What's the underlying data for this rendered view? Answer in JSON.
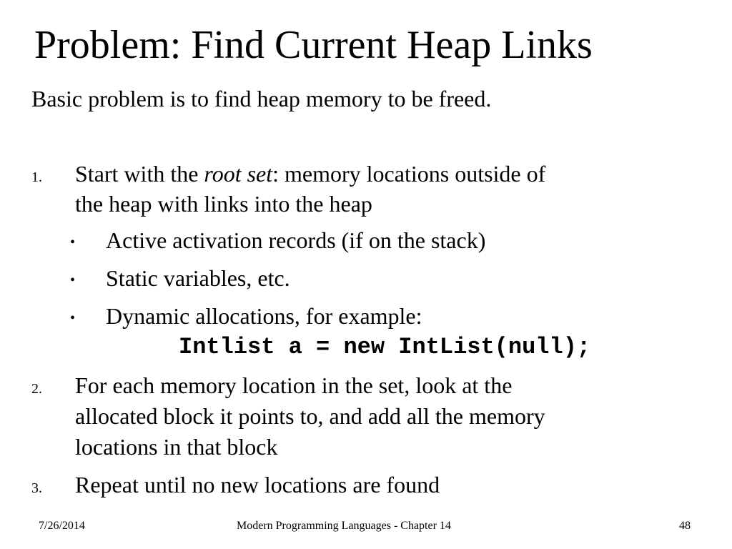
{
  "slide": {
    "title": "Problem: Find Current Heap Links",
    "intro": "Basic problem is to find heap memory to be freed."
  },
  "steps": [
    {
      "marker": "1.",
      "line1_before": "Start with the ",
      "line1_em": "root set",
      "line1_after": ": memory locations outside of",
      "line2": "the heap with links into the heap",
      "bullets": [
        {
          "marker": "•",
          "text": "Active activation records (if on the stack)"
        },
        {
          "marker": "•",
          "text": "Static variables, etc."
        },
        {
          "marker": "•",
          "text": "Dynamic allocations, for example:"
        }
      ],
      "code": "Intlist a = new IntList(null);"
    },
    {
      "marker": "2.",
      "line1": "For each memory location in the set, look at the",
      "line2": "allocated block it points to, and add all the memory",
      "line3": "locations in that block"
    },
    {
      "marker": "3.",
      "line1": "Repeat until no new locations are found"
    }
  ],
  "footer": {
    "date": "7/26/2014",
    "title": "Modern Programming Languages - Chapter 14",
    "page": "48"
  }
}
